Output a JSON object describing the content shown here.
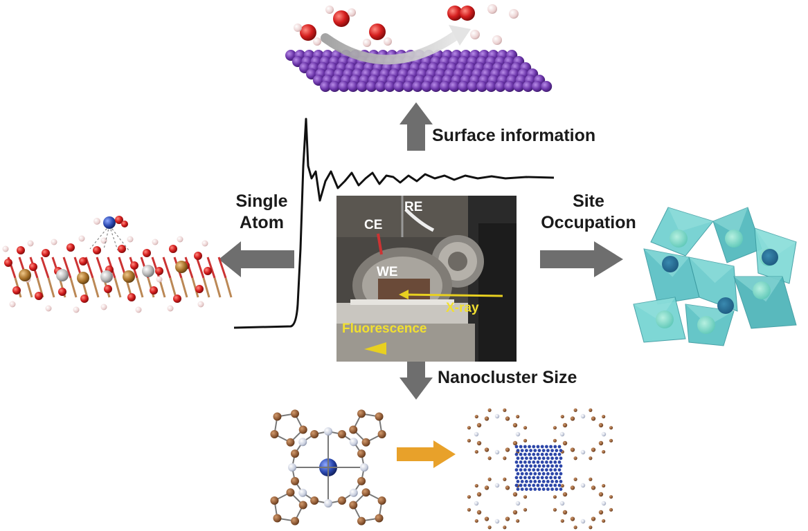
{
  "labels": {
    "surface": "Surface information",
    "single_atom": [
      "Single",
      "Atom"
    ],
    "site_occupation": [
      "Site",
      "Occupation"
    ],
    "nanocluster": "Nanocluster Size"
  },
  "photo_labels": {
    "re": "RE",
    "ce": "CE",
    "we": "WE",
    "xray": "X-ray",
    "fluorescence": "Fluorescence"
  },
  "colors": {
    "arrow_gray": "#6e6e6e",
    "arrow_orange": "#e8a12a",
    "slab_purple": "#6b3aa6",
    "oxygen_red": "#cc2222",
    "hydrogen_pink": "#f0d8d8",
    "polyhedra_teal": "#5cc6c8",
    "carbon_brown": "#8a5a3a",
    "nitrogen_blue": "#b8c4dc",
    "metal_blue": "#2a4aa8",
    "xray_yellow": "#e8d020"
  }
}
